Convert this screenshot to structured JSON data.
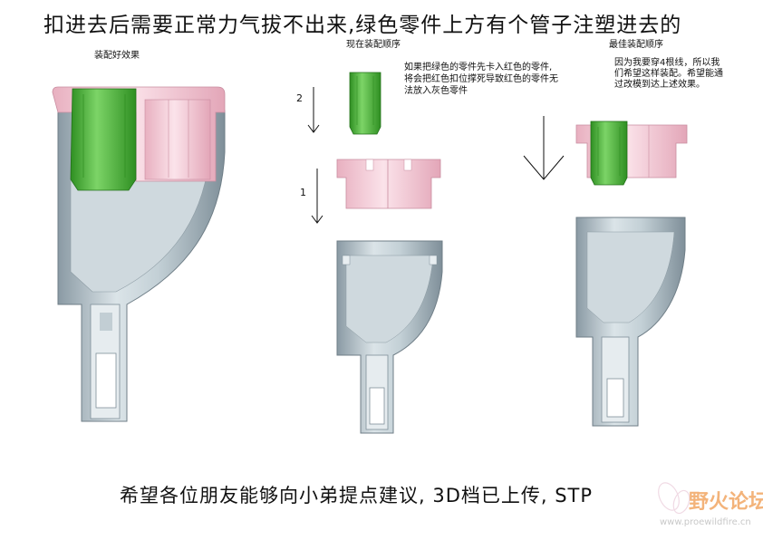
{
  "title": "扣进去后需要正常力气拔不出来,绿色零件上方有个管子注塑进去的",
  "captions": {
    "assembled": "装配好效果",
    "current_order": "现在装配顺序",
    "best_order": "最佳装配顺序"
  },
  "notes": {
    "current": "如果把绿色的零件先卡入红色的零件,将会把红色扣位撑死导致红色的零件无法放入灰色零件",
    "best": "因为我要穿4根线，所以我们希望这样装配。希望能通过改模到达上述效果。"
  },
  "step_labels": {
    "step2": "2",
    "step1": "1"
  },
  "footer": "希望各位朋友能够向小弟提点建议, 3D档已上传, STP",
  "watermark": {
    "name": "野火论坛",
    "url": "www.proewildfire.cn"
  },
  "colors": {
    "green": "#46b034",
    "pink": "#f2c6d2",
    "gray": "#b7c6ce",
    "accent": "#ee9a55"
  }
}
